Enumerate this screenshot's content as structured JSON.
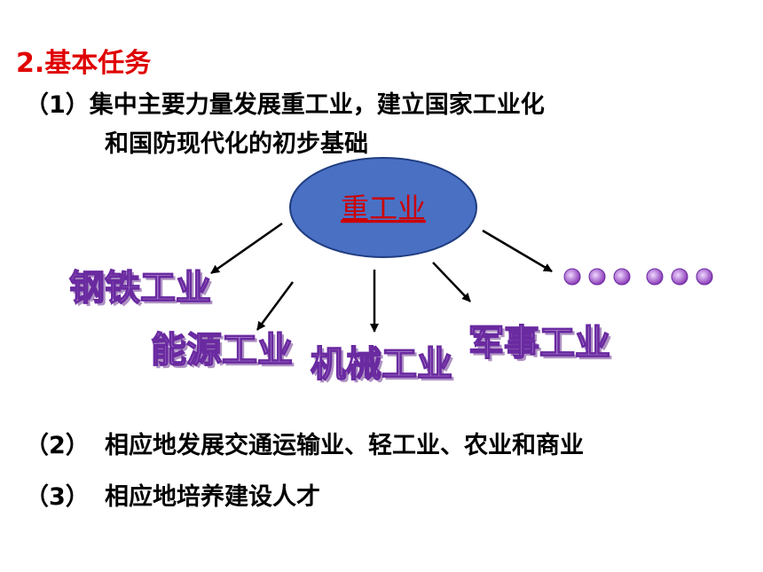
{
  "heading": "2.基本任务",
  "task1": {
    "num": "（1）",
    "line1": "集中主要力量发展重工业，建立国家工业化",
    "line2": "和国防现代化的初步基础"
  },
  "diagram": {
    "hub": "重工业",
    "branches": [
      "钢铁工业",
      "能源工业",
      "机械工业",
      "军事工业"
    ],
    "more": "●●● ●●●"
  },
  "task2": {
    "num": "（2）",
    "text": "相应地发展交通运输业、轻工业、农业和商业"
  },
  "task3": {
    "num": "（3）",
    "text": "相应地培养建设人才"
  },
  "colors": {
    "heading": "#e00000",
    "hub_fill": "#4a70c4",
    "hub_text": "#cc0000",
    "wordart_fill": "#f2e4ff",
    "wordart_stroke": "#6a2aa0",
    "wordart_shadow": "#7a4a9a"
  }
}
